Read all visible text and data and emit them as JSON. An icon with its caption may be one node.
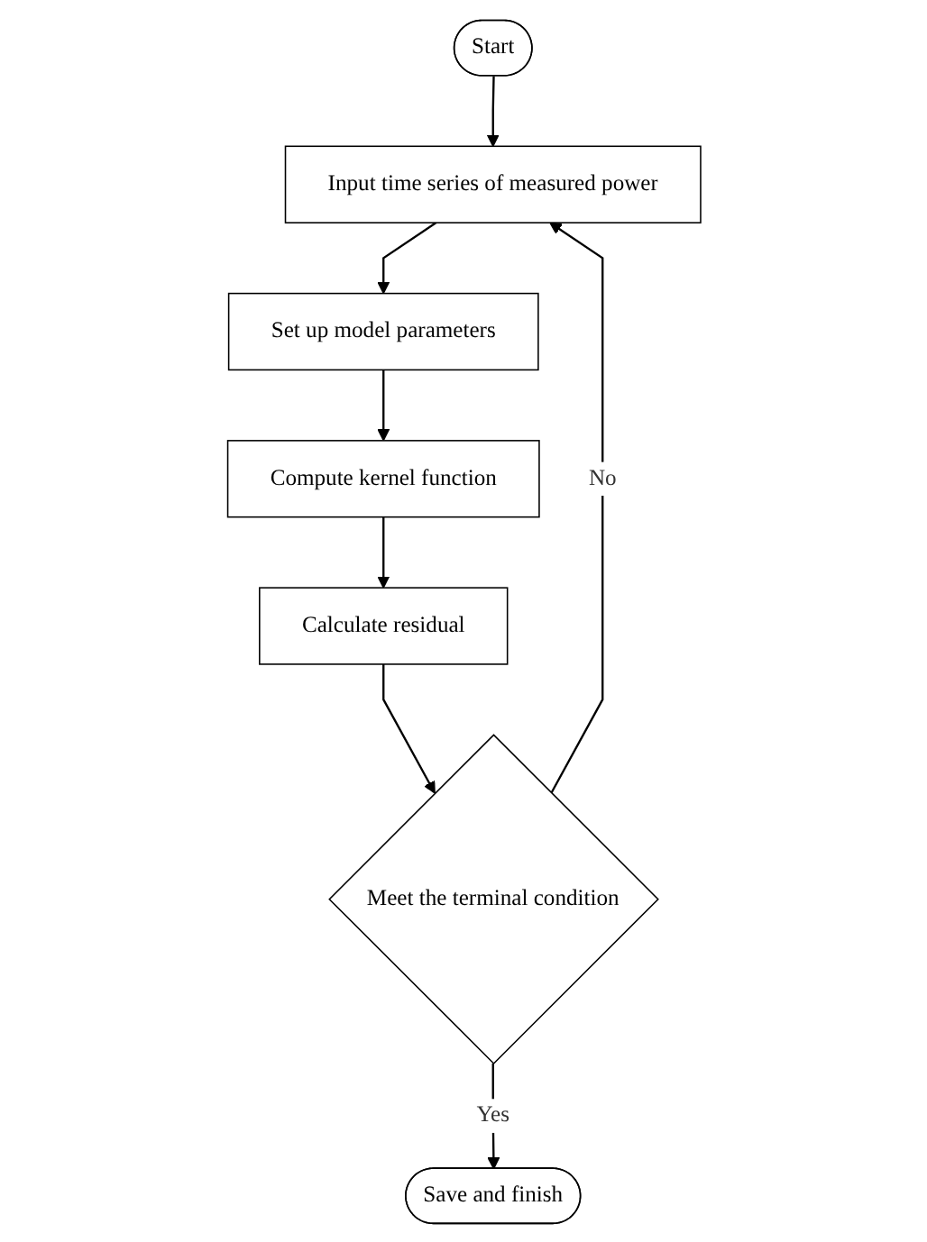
{
  "diagram": {
    "nodes": [
      {
        "text": [
          "Start"
        ]
      },
      {
        "text": [
          "Input time series of measured power"
        ]
      },
      {
        "text": [
          "Set up model parameters"
        ]
      },
      {
        "text": [
          "Compute kernel function"
        ]
      },
      {
        "text": [
          "Calculate residual"
        ]
      },
      {
        "text": [
          "Meet the terminal condition"
        ]
      },
      {
        "text": [
          "Save and finish"
        ]
      }
    ],
    "edges": [
      {
        "from": 0,
        "to": 1,
        "arrow": "to"
      },
      {
        "from": 1,
        "to": 2,
        "arrow": "to"
      },
      {
        "from": 2,
        "to": 3,
        "arrow": "to"
      },
      {
        "from": 3,
        "to": 4,
        "arrow": "to"
      },
      {
        "from": 4,
        "to": 5,
        "arrow": "to"
      },
      {
        "from": 5,
        "to": 6,
        "arrow": "to",
        "label": "Yes"
      },
      {
        "from": 5,
        "to": 1,
        "arrow": "to",
        "label": "No"
      }
    ]
  }
}
